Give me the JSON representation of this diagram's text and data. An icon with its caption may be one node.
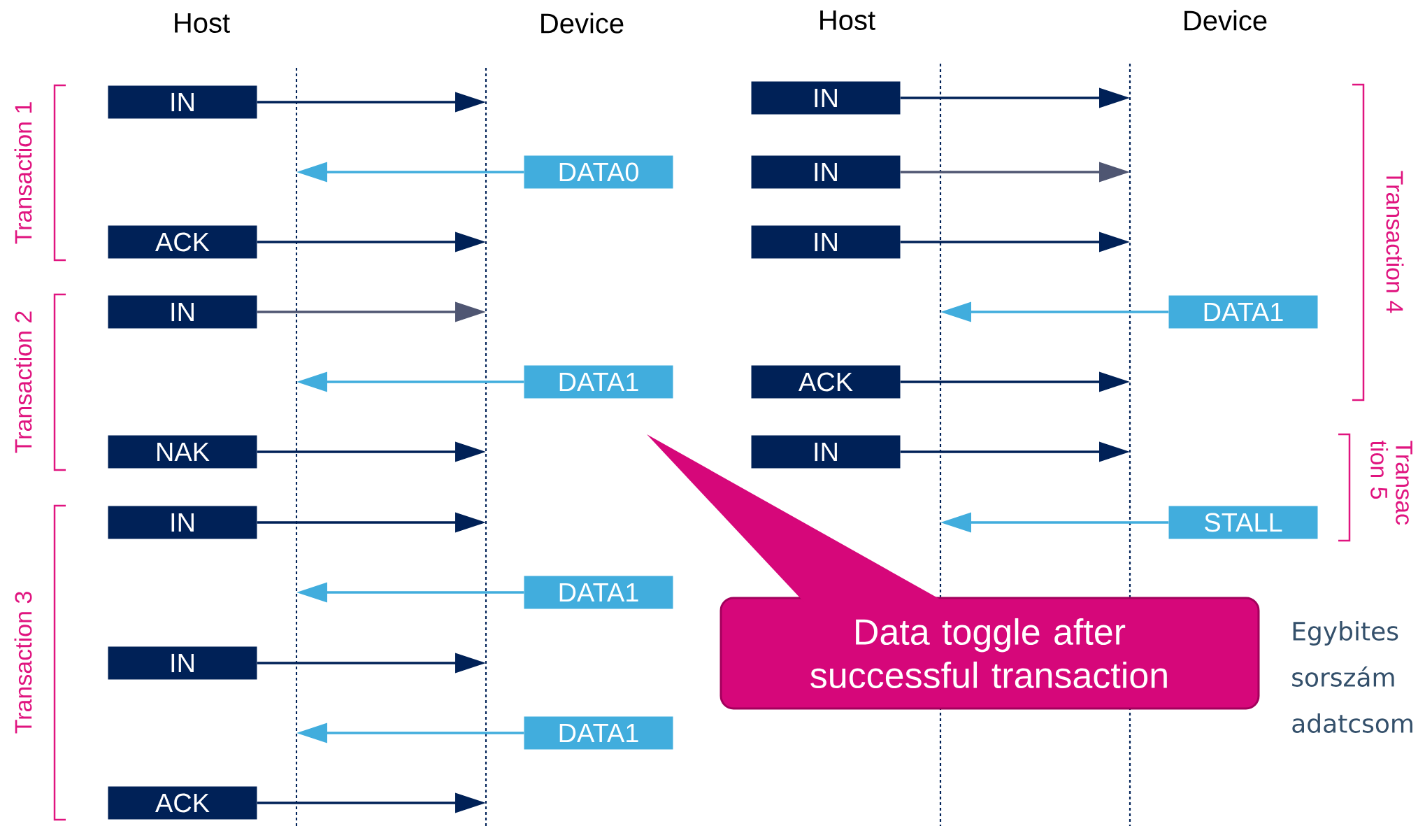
{
  "diagram": {
    "nodes": [
      {
        "text": [
          "IN"
        ]
      },
      {
        "text": [
          "DATA0"
        ]
      },
      {
        "text": [
          "ACK"
        ]
      },
      {
        "text": [
          "IN"
        ]
      },
      {
        "text": [
          "DATA1"
        ]
      },
      {
        "text": [
          "NAK"
        ]
      },
      {
        "text": [
          "IN"
        ]
      },
      {
        "text": [
          "DATA1"
        ]
      },
      {
        "text": [
          "IN"
        ]
      },
      {
        "text": [
          "DATA1"
        ]
      },
      {
        "text": [
          "ACK"
        ]
      },
      {
        "text": [
          "IN"
        ]
      },
      {
        "text": [
          "IN"
        ]
      },
      {
        "text": [
          "IN"
        ]
      },
      {
        "text": [
          "DATA1"
        ]
      },
      {
        "text": [
          "ACK"
        ]
      },
      {
        "text": [
          "IN"
        ]
      },
      {
        "text": [
          "STALL"
        ]
      },
      {
        "text": [
          "Data toggle after successful transaction"
        ]
      }
    ],
    "edges": [
      {
        "from": 0,
        "to": null,
        "arrow": "to"
      },
      {
        "from": 1,
        "to": null,
        "arrow": "to",
        "color": "#41addd"
      },
      {
        "from": 2,
        "to": null,
        "arrow": "to"
      },
      {
        "from": 3,
        "to": null,
        "arrow": "to",
        "color": "#4f5672"
      },
      {
        "from": 4,
        "to": null,
        "arrow": "to",
        "color": "#41addd"
      },
      {
        "from": 5,
        "to": null,
        "arrow": "to"
      },
      {
        "from": 6,
        "to": null,
        "arrow": "to"
      },
      {
        "from": 7,
        "to": null,
        "arrow": "to",
        "color": "#41addd"
      },
      {
        "from": 8,
        "to": null,
        "arrow": "to"
      },
      {
        "from": 9,
        "to": null,
        "arrow": "to",
        "color": "#41addd"
      },
      {
        "from": 10,
        "to": null,
        "arrow": "to"
      },
      {
        "from": 11,
        "to": null,
        "arrow": "to"
      },
      {
        "from": 12,
        "to": null,
        "arrow": "to",
        "color": "#4f5672"
      },
      {
        "from": 13,
        "to": null,
        "arrow": "to"
      },
      {
        "from": 14,
        "to": null,
        "arrow": "to",
        "color": "#41addd"
      },
      {
        "from": 15,
        "to": null,
        "arrow": "to"
      },
      {
        "from": 16,
        "to": null,
        "arrow": "to"
      },
      {
        "from": 17,
        "to": null,
        "arrow": "to",
        "color": "#41addd"
      }
    ],
    "labels": [
      "Host",
      "Device",
      "Host",
      "Device",
      "Transaction 1",
      "Transaction 4",
      "Transaction 2",
      "Transac tion 5",
      "Transaction 3",
      "Egybites sorszám adatcsom"
    ]
  }
}
